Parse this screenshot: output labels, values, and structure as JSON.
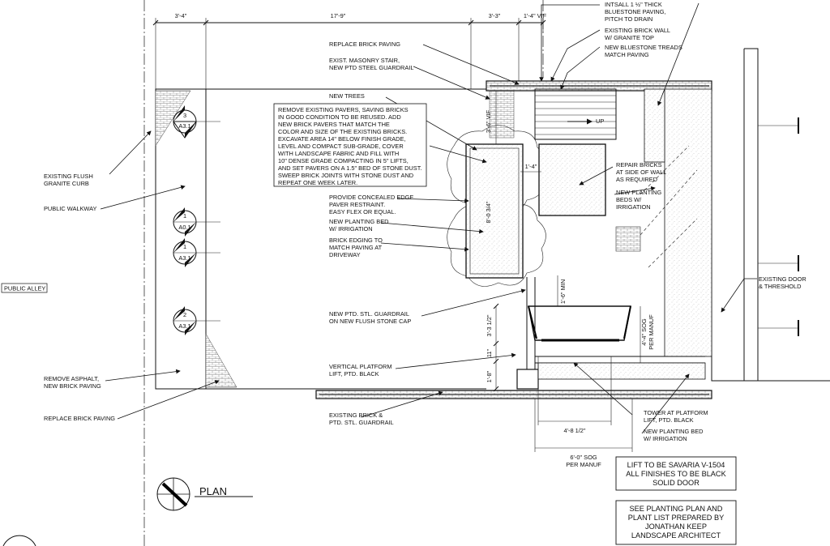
{
  "dimensions": {
    "d1": "3'-4\"",
    "d2": "17'-9\"",
    "d3": "3'-3\"",
    "d4": "1'-4\" VIF",
    "d5": "3'-6\" VIF",
    "d6": "1'-4\"",
    "d7": "8'-0 3/4\"",
    "d8": "1'-6\" MIN",
    "d9": "3'-3 1/2\"",
    "d10": "11\"",
    "d11": "1'-8\"",
    "d12": "4'-4\" SOG",
    "d12b": "PER MANUF",
    "d13": "4'-8 1/2\"",
    "d14": "6'-0\" SOG",
    "d14b": "PER MANUF"
  },
  "notes": {
    "install_bluestone": [
      "INTSALL 1 ½\" THICK",
      "BLUESTONE PAVING,",
      "PITCH TO DRAIN"
    ],
    "existing_brick_wall": [
      "EXISTING BRICK WALL",
      "W/ GRANITE TOP"
    ],
    "new_bluestone_treads": [
      "NEW BLUESTONE TREADS",
      "MATCH PAVING"
    ],
    "replace_brick_paving_top": [
      "REPLACE BRICK PAVING"
    ],
    "exist_masonry_stair": [
      "EXIST. MASONRY STAIR,",
      "NEW PTD STEEL GUARDRAIL"
    ],
    "new_trees": [
      "NEW TREES"
    ],
    "remove_pavers": [
      "REMOVE EXISTING PAVERS, SAVING BRICKS",
      "IN GOOD CONDITION TO BE REUSED. ADD",
      "NEW  BRICK PAVERS THAT MATCH THE",
      "COLOR AND SIZE OF THE EXISTING BRICKS.",
      "EXCAVATE AREA 14\" BELOW FINISH GRADE,",
      "LEVEL AND COMPACT SUB-GRADE, COVER",
      "WITH LANDSCAPE FABRIC AND FILL WITH",
      "10\" DENSE GRADE COMPACTING IN 5\" LIFTS,",
      "AND SET PAVERS ON A 1.5\" BED OF STONE DUST.",
      "SWEEP BRICK JOINTS WITH STONE DUST AND",
      "REPEAT ONE WEEK LATER."
    ],
    "edge_restraint": [
      "PROVIDE CONCEALED EDGE",
      "PAVER RESTRAINT.",
      "EASY FLEX OR EQUAL."
    ],
    "new_planting_bed": [
      "NEW PLANTING BED",
      "W/ IRRIGATION"
    ],
    "brick_edging": [
      "BRICK EDGING TO",
      "MATCH PAVING AT",
      "DRIVEWAY"
    ],
    "repair_bricks": [
      "REPAIR BRICKS",
      "AT SIDE OF WALL",
      "AS REQUIRED"
    ],
    "new_planting_beds": [
      "NEW PLANTING",
      "BEDS W/",
      "IRRIGATION"
    ],
    "existing_flush_curb": [
      "EXISTING FLUSH",
      "GRANITE CURB"
    ],
    "public_walkway": [
      "PUBLIC WALKWAY"
    ],
    "public_alley": "PUBLIC ALLEY",
    "new_guardrail": [
      "NEW PTD. STL. GUARDRAIL",
      "ON NEW FLUSH STONE CAP"
    ],
    "platform_lift": [
      "VERTICAL PLATFORM",
      "LIFT, PTD. BLACK"
    ],
    "remove_asphalt": [
      "REMOVE ASPHALT,",
      "NEW BRICK PAVING"
    ],
    "replace_brick_paving_bottom": [
      "REPLACE BRICK PAVING"
    ],
    "existing_brick_guardrail": [
      "EXISTING BRICK &",
      "PTD. STL. GUARDRAIL"
    ],
    "tower": [
      "TOWER AT PLATFORM",
      "LIFT, PTD. BLACK"
    ],
    "new_planting_bed_2": [
      "NEW PLANTING BED",
      "W/ IRRIGATION"
    ],
    "existing_door": [
      "EXISTING DOOR",
      "& THRESHOLD"
    ],
    "up": "UP"
  },
  "section_markers": [
    {
      "num": "3",
      "sheet": "A3.1"
    },
    {
      "num": "1",
      "sheet": "A0.1"
    },
    {
      "num": "1",
      "sheet": "A3.1"
    },
    {
      "num": "2",
      "sheet": "A3.1"
    }
  ],
  "plan_title": "PLAN",
  "boxed_notes": {
    "lift": [
      "LIFT TO BE SAVARIA V-1504",
      "ALL FINISHES TO BE BLACK",
      "SOLID DOOR"
    ],
    "planting": [
      "SEE PLANTING PLAN AND",
      "PLANT LIST PREPARED BY",
      "JONATHAN KEEP",
      "LANDSCAPE ARCHITECT"
    ]
  }
}
